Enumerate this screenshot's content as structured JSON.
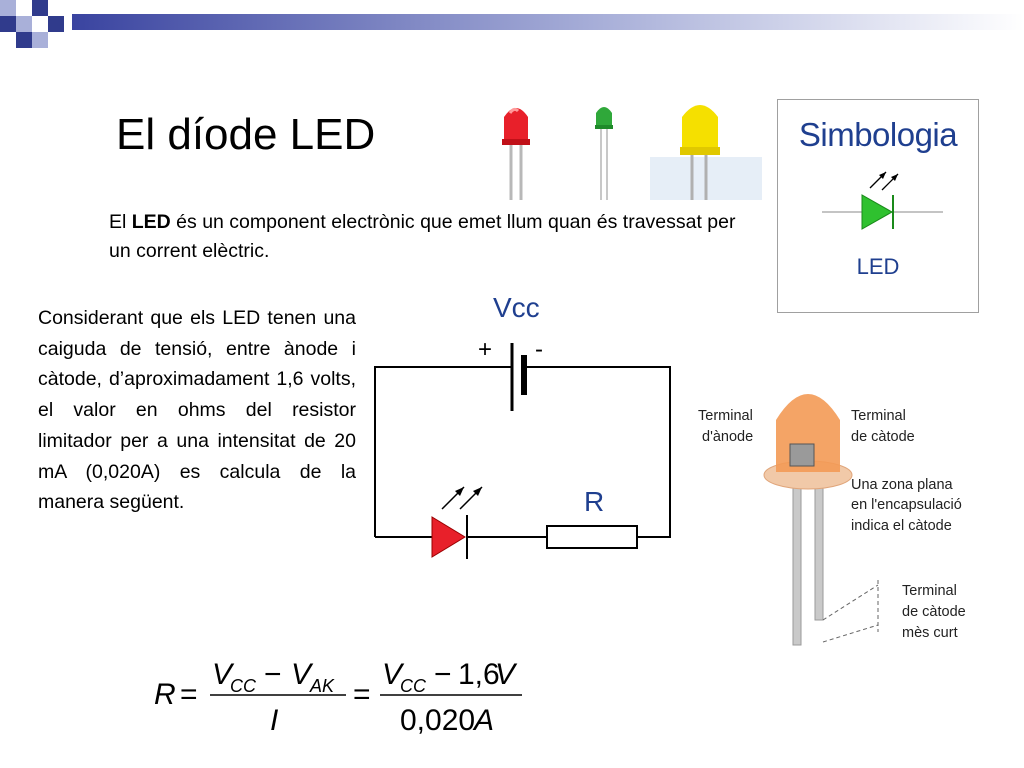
{
  "slide": {
    "title": "El díode LED",
    "intro_prefix": "El ",
    "intro_bold": "LED",
    "intro_suffix": " és un component electrònic que emet llum quan és travessat per un corrent elèctric.",
    "paragraph": "Considerant que els LED tenen una caiguda de tensió, entre ànode i càtode, d’aproximadament 1,6 volts, el valor en ohms del resistor limitador per a una intensitat de 20 mA (0,020A) es calcula de la manera següent."
  },
  "symbol_box": {
    "title": "Simbologia",
    "label": "LED"
  },
  "circuit": {
    "vcc_label": "Vcc",
    "plus": "+",
    "minus": "-",
    "resistor_label": "R"
  },
  "led_diagram": {
    "anode_line1": "Terminal",
    "anode_line2": "d'ànode",
    "cathode_line1": "Terminal",
    "cathode_line2": "de càtode",
    "flat_line1": "Una zona plana",
    "flat_line2": "en l'encapsulació",
    "flat_line3": "indica el càtode",
    "short_line1": "Terminal",
    "short_line2": "de càtode",
    "short_line3": "mès curt"
  },
  "formula": {
    "lhs": "R",
    "eq": "=",
    "num1_v": "V",
    "num1_cc": "CC",
    "minus": "−",
    "num1_v2": "V",
    "num1_ak": "AK",
    "den1": "I",
    "eq2": "=",
    "num2_v": "V",
    "num2_cc": "CC",
    "minus2": "−",
    "num2_val": "1,6",
    "num2_unit": "V",
    "den2": "0,020",
    "den2_unit": "A"
  },
  "colors": {
    "accent_blue": "#1f3f8f",
    "led_red": "#e8202a",
    "led_green": "#2fc12f",
    "led_yellow": "#f5e000",
    "deco_dark": "#303b8c",
    "deco_light": "#a9b0d9"
  }
}
